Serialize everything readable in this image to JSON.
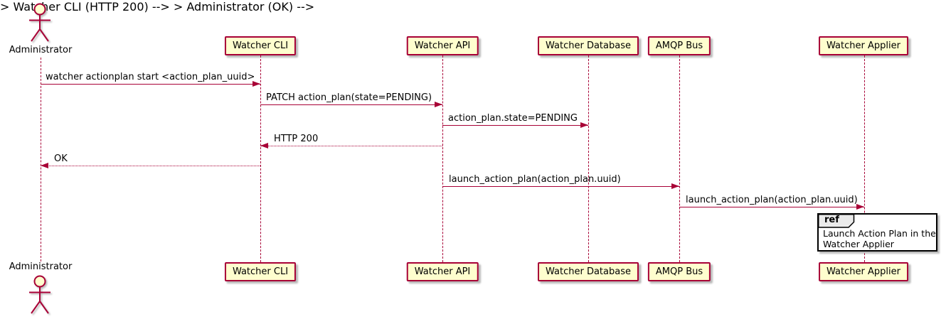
{
  "diagram_type": "sequence-diagram",
  "colors": {
    "accent": "#A80036",
    "participant_fill": "#FEFECE",
    "ref_header_fill": "#EBEBEB",
    "ref_border": "#000000",
    "text": "#000000",
    "background": "#FFFFFF"
  },
  "actor": {
    "label": "Administrator"
  },
  "participants": [
    {
      "label": "Watcher CLI"
    },
    {
      "label": "Watcher API"
    },
    {
      "label": "Watcher Database"
    },
    {
      "label": "AMQP Bus"
    },
    {
      "label": "Watcher Applier"
    }
  ],
  "messages": [
    {
      "from": "Administrator",
      "to": "Watcher CLI",
      "label": "watcher actionplan start <action_plan_uuid>",
      "style": "solid"
    },
    {
      "from": "Watcher CLI",
      "to": "Watcher API",
      "label": "PATCH action_plan(state=PENDING)",
      "style": "solid"
    },
    {
      "from": "Watcher API",
      "to": "Watcher Database",
      "label": "action_plan.state=PENDING",
      "style": "solid"
    },
    {
      "from": "Watcher API",
      "to": "Watcher CLI",
      "label": "HTTP 200",
      "style": "dotted-return"
    },
    {
      "from": "Watcher CLI",
      "to": "Administrator",
      "label": "OK",
      "style": "dotted-return"
    },
    {
      "from": "Watcher API",
      "to": "AMQP Bus",
      "label": "launch_action_plan(action_plan.uuid)",
      "style": "solid"
    },
    {
      "from": "AMQP Bus",
      "to": "Watcher Applier",
      "label": "launch_action_plan(action_plan.uuid)",
      "style": "solid"
    }
  ],
  "ref": {
    "keyword": "ref",
    "lines": [
      "Launch Action Plan in the",
      "Watcher Applier"
    ]
  }
}
